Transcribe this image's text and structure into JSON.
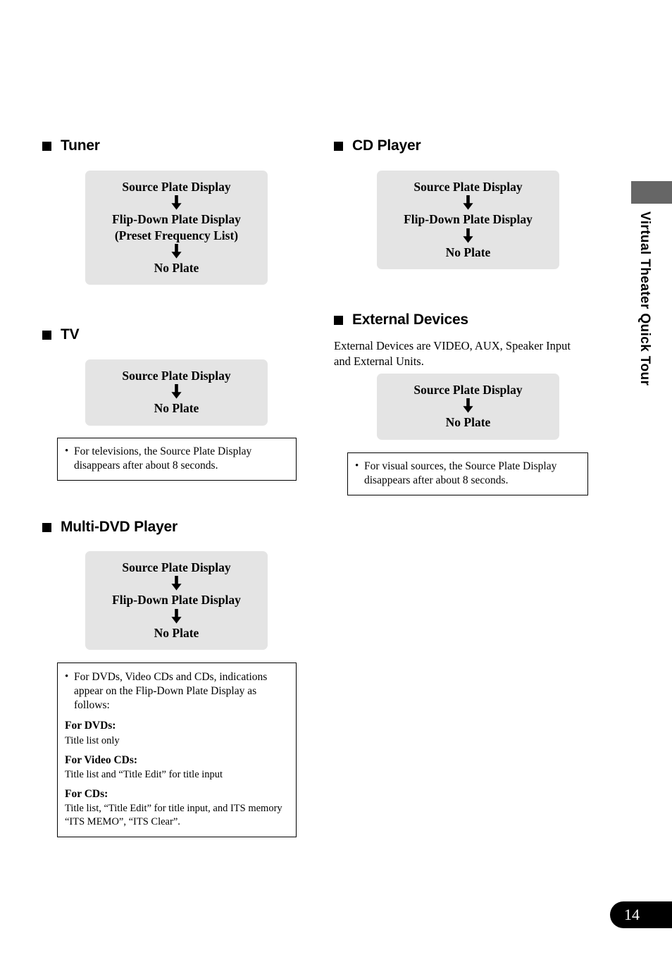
{
  "side_tab": {
    "label": "Virtual Theater Quick Tour",
    "block_color": "#666666"
  },
  "page_number": "14",
  "arrow_icon": "down-arrow-icon",
  "sections": {
    "tuner": {
      "heading": "Tuner",
      "flow": [
        "Source Plate Display",
        "Flip-Down Plate Display\n(Preset Frequency List)",
        "No Plate"
      ],
      "flow_lines": {
        "l1": "Source Plate Display",
        "l2a": "Flip-Down Plate Display",
        "l2b": "(Preset Frequency List)",
        "l3": "No Plate"
      }
    },
    "tv": {
      "heading": "TV",
      "flow_lines": {
        "l1": "Source Plate Display",
        "l2": "No Plate"
      },
      "note": {
        "bullet": "•",
        "text": "For televisions, the Source Plate Display disappears after about 8 seconds."
      }
    },
    "multi_dvd": {
      "heading": "Multi-DVD Player",
      "flow_lines": {
        "l1": "Source Plate Display",
        "l2": "Flip-Down Plate Display",
        "l3": "No Plate"
      },
      "note": {
        "bullet": "•",
        "text": "For DVDs, Video CDs and CDs, indications appear on the Flip-Down Plate Display as follows:",
        "groups": [
          {
            "title": "For DVDs:",
            "body": "Title list only"
          },
          {
            "title": "For Video CDs:",
            "body": "Title list and “Title Edit” for title input"
          },
          {
            "title": "For CDs:",
            "body": "Title list, “Title Edit” for title input, and ITS memory “ITS MEMO”, “ITS Clear”."
          }
        ]
      }
    },
    "cd_player": {
      "heading": "CD Player",
      "flow_lines": {
        "l1": "Source Plate Display",
        "l2": "Flip-Down Plate Display",
        "l3": "No Plate"
      }
    },
    "external_devices": {
      "heading": "External Devices",
      "paragraph": "External Devices are VIDEO, AUX, Speaker Input and External Units.",
      "flow_lines": {
        "l1": "Source Plate Display",
        "l2": "No Plate"
      },
      "note": {
        "bullet": "•",
        "text": "For visual sources, the Source Plate Display disappears after about 8 seconds."
      }
    }
  },
  "colors": {
    "flowbox_bg": "#e4e4e4",
    "badge_bg": "#000000",
    "tab_grey": "#666666"
  }
}
